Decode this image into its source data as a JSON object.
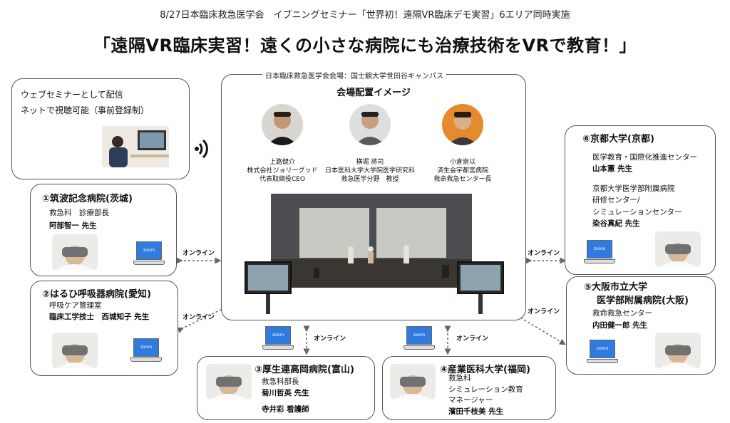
{
  "header": {
    "subtitle": "8/27日本臨床救急医学会　イブニングセミナー「世界初！遠隔VR臨床デモ実習」6エリア同時実施",
    "title": "「遠隔VR臨床実習！遠くの小さな病院にも治療技術をVRで教育！」"
  },
  "webinar": {
    "line1": "ウェブセミナーとして配信",
    "line2": "ネットで視聴可能（事前登録制）"
  },
  "venue": {
    "label": "日本臨床救急医学会会場：国士舘大学世田谷キャンパス",
    "heading": "会場配置イメージ",
    "speakers": [
      {
        "name": "上路健介",
        "org": "株式会社ジョリーグッド",
        "role": "代表取締役CEO"
      },
      {
        "name": "横堀 將司",
        "org": "日本医科大学大学院医学研究科",
        "role": "救急医学分野　教授"
      },
      {
        "name": "小倉崇以",
        "org": "済生会宇都宮病院",
        "role": "救命救急センター長"
      }
    ]
  },
  "online_label": "オンライン",
  "laptop_label": "zoom",
  "hospitals": {
    "tsukuba": {
      "name": "①筑波記念病院(茨城)",
      "dept": "救急科　診療部長",
      "person": "阿部智一 先生"
    },
    "haruhi": {
      "name": "②はるひ呼吸器病院(愛知)",
      "dept": "呼吸ケア管理室",
      "person": "臨床工学技士　西城知子 先生"
    },
    "takaoka": {
      "name": "③厚生連高岡病院(富山)",
      "dept": "救急科部長",
      "person": "菊川哲英 先生",
      "person2": "寺井彩 看護師"
    },
    "sangyo": {
      "name": "④産業医科大学(福岡)",
      "dept1": "救急科",
      "dept2": "シミュレーション教育",
      "dept3": "マネージャー",
      "person": "濱田千枝美 先生"
    },
    "osaka": {
      "name1": "⑤大阪市立大学",
      "name2": "医学部附属病院(大阪)",
      "dept": "救命救急センター",
      "person": "内田健一郎 先生"
    },
    "kyoto": {
      "name": "⑥京都大学(京都)",
      "dept": "医学教育・国際化推進センター",
      "person": "山本憲 先生",
      "dept2": "京都大学医学部附属病院",
      "dept3": "研修センター/",
      "dept4": "シミュレーションセンター",
      "person2": "染谷真紀 先生"
    }
  }
}
